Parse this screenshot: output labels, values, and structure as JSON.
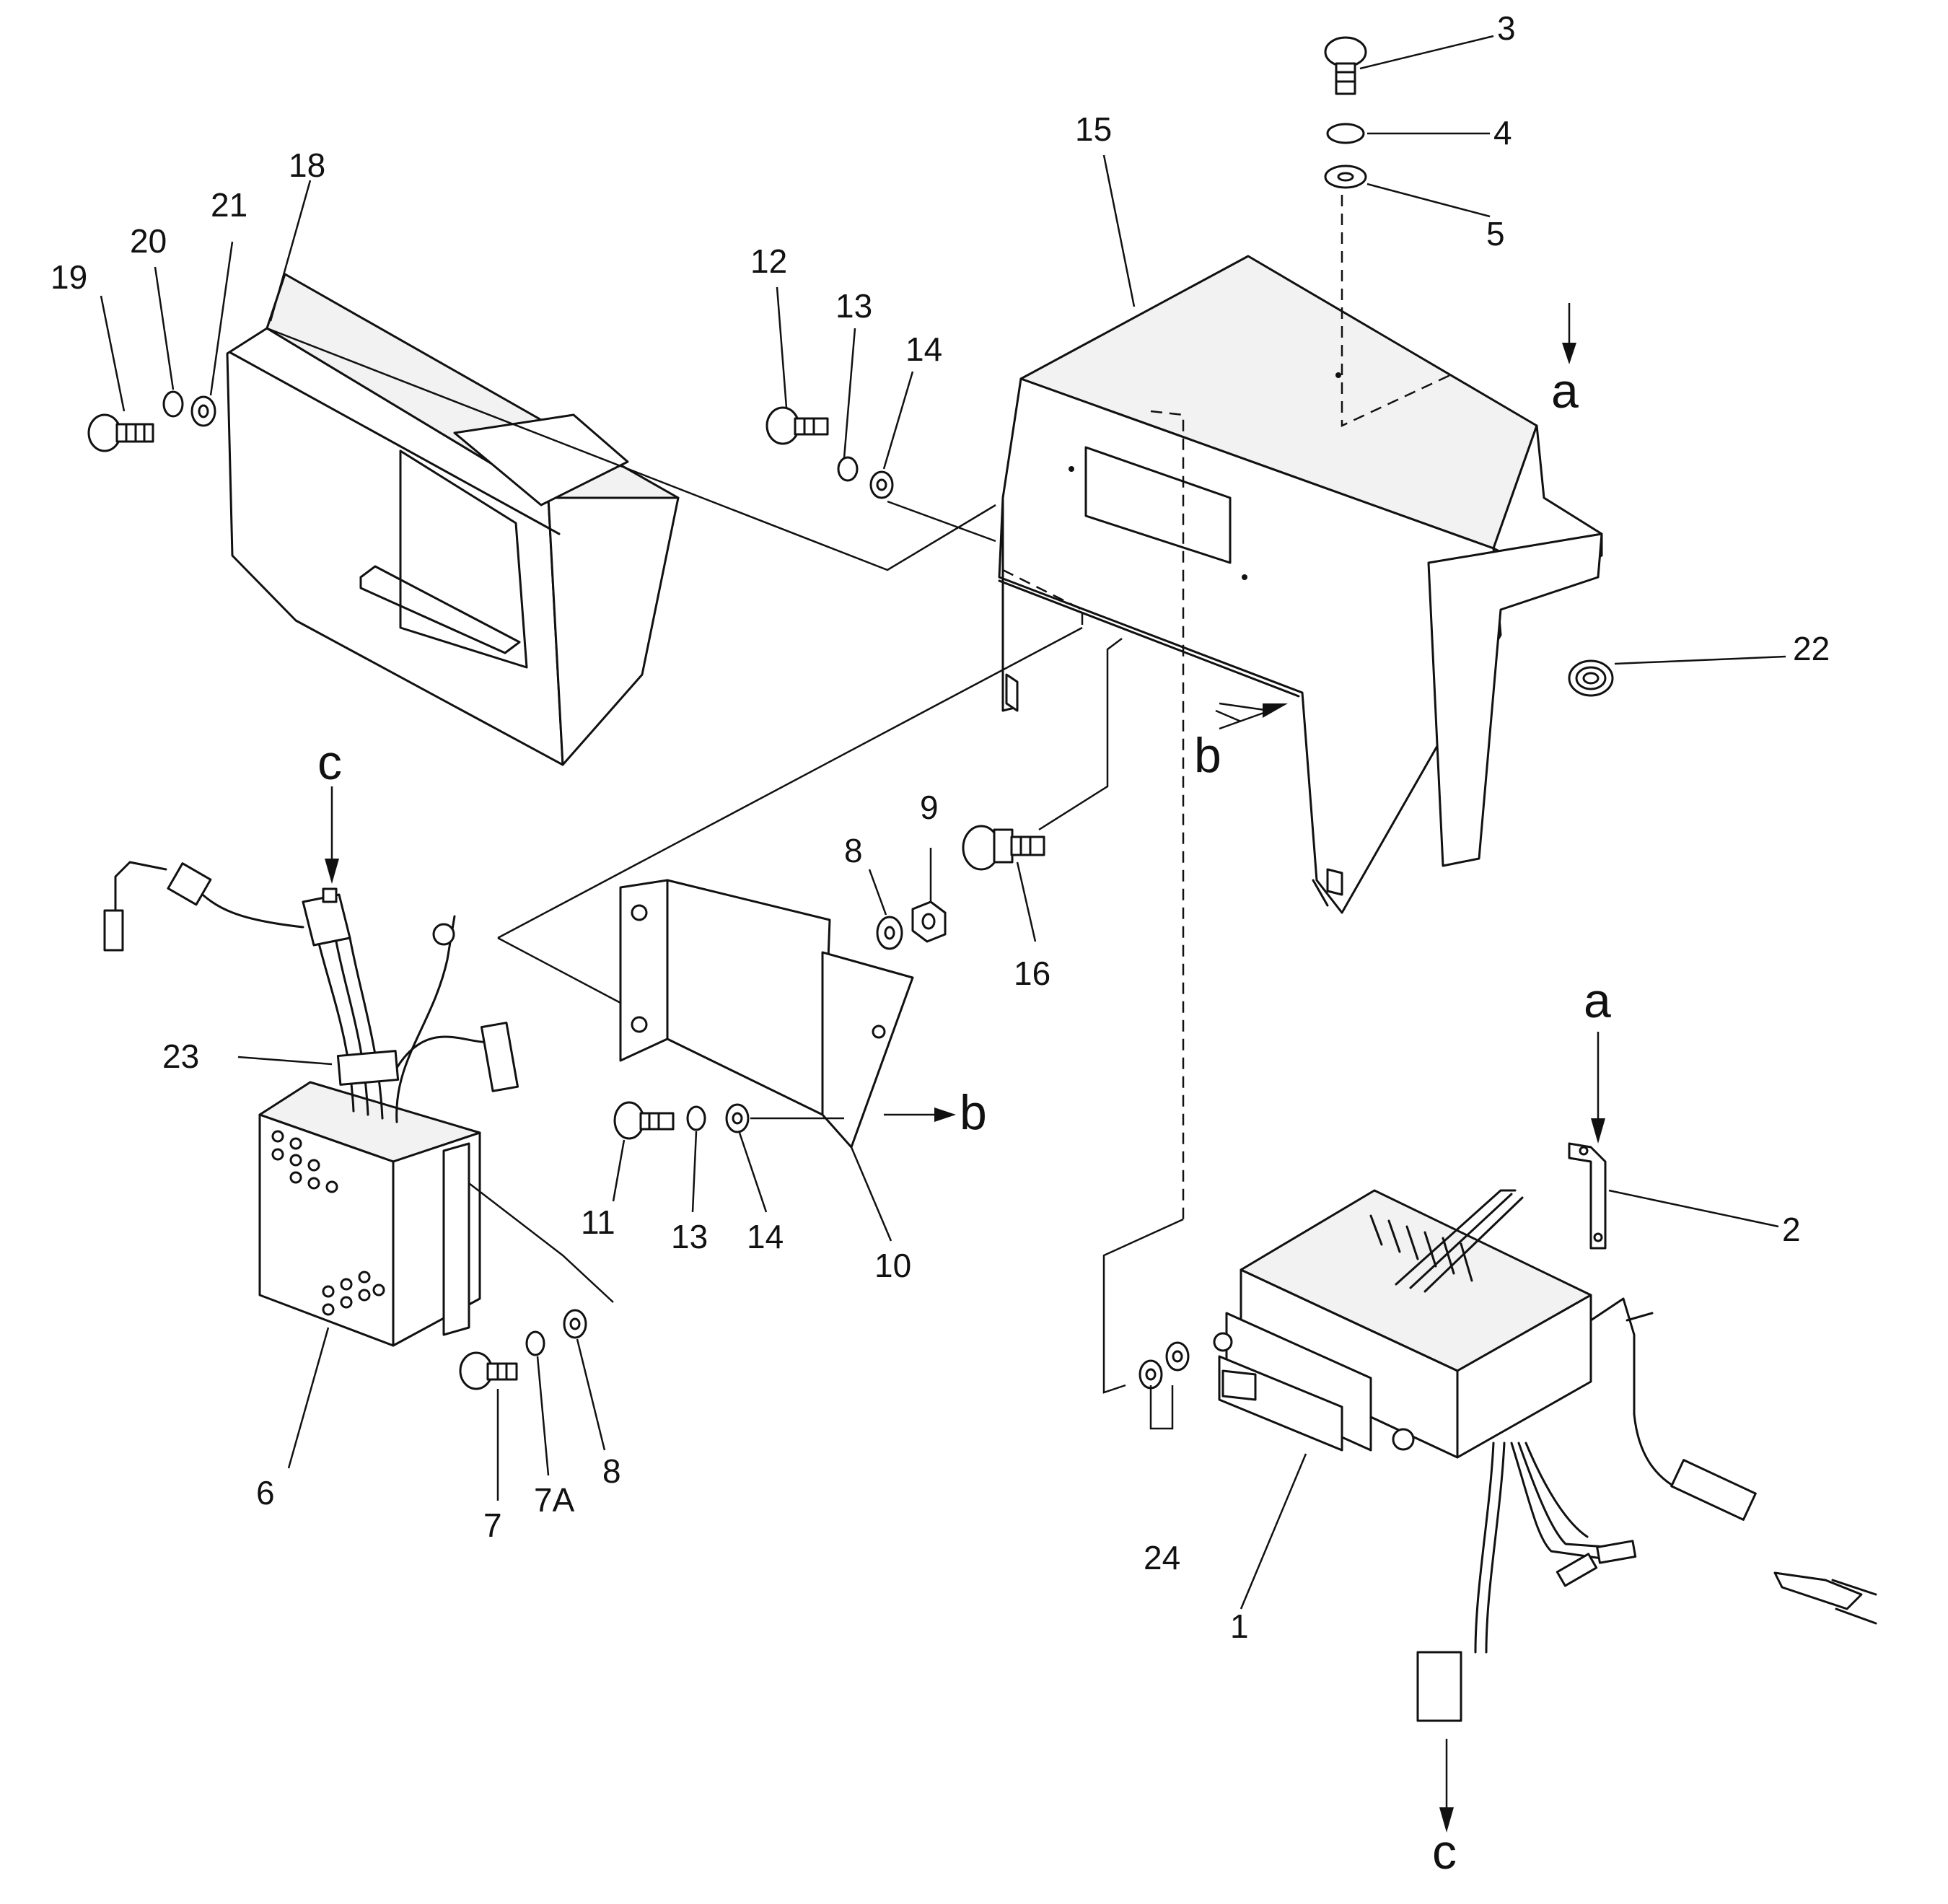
{
  "callouts": {
    "p1": "1",
    "p2": "2",
    "p3": "3",
    "p4": "4",
    "p5": "5",
    "p6": "6",
    "p7": "7",
    "p7a": "7A",
    "p8a": "8",
    "p8b": "8",
    "p9": "9",
    "p10": "10",
    "p11": "11",
    "p12": "12",
    "p13a": "13",
    "p13b": "13",
    "p14a": "14",
    "p14b": "14",
    "p15": "15",
    "p16": "16",
    "p18": "18",
    "p19": "19",
    "p20": "20",
    "p21": "21",
    "p22": "22",
    "p23": "23",
    "p24": "24"
  },
  "refs": {
    "a_top": "a",
    "a_bottom": "a",
    "b_mid": "b",
    "b_right": "b",
    "c_top": "c",
    "c_bottom": "c"
  },
  "icons": [
    "bolt-icon",
    "lock-washer-icon",
    "flat-washer-icon",
    "nut-icon",
    "grommet-icon",
    "connector-icon"
  ]
}
